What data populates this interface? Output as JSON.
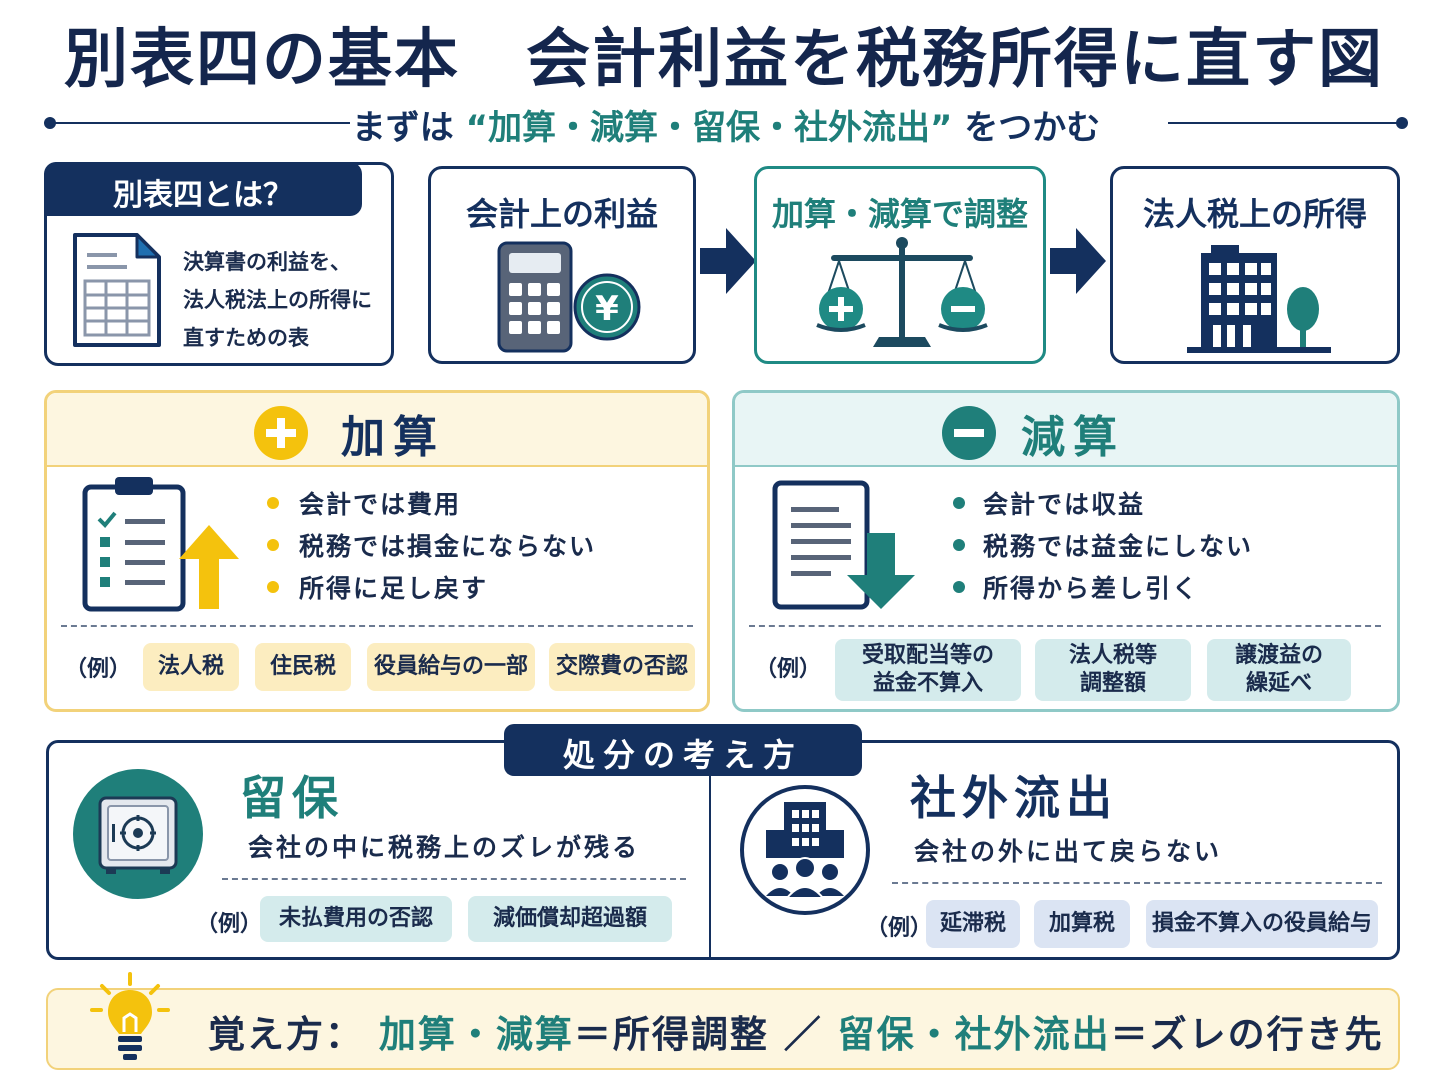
{
  "title": "別表四の基本　会計利益を税務所得に直す図",
  "subtitle": {
    "prefix": "まずは",
    "open_quote": "“",
    "highlight": "加算・減算・留保・社外流出",
    "close_quote": "”",
    "suffix": "をつかむ"
  },
  "what": {
    "title": "別表四とは？",
    "desc_lines": [
      "決算書の利益を、",
      "法人税法上の所得に",
      "直すための表"
    ]
  },
  "flow": [
    {
      "label": "会計上の利益",
      "icon": "calculator-yen-icon"
    },
    {
      "label": "加算・減算で調整",
      "icon": "balance-scale-icon"
    },
    {
      "label": "法人税上の所得",
      "icon": "office-building-icon"
    }
  ],
  "add": {
    "title": "加算",
    "bullets": [
      "会計では費用",
      "税務では損金にならない",
      "所得に足し戻す"
    ],
    "example_label": "（例）",
    "examples": [
      "法人税",
      "住民税",
      "役員給与の一部",
      "交際費の否認"
    ]
  },
  "subtract": {
    "title": "減算",
    "bullets": [
      "会計では収益",
      "税務では益金にしない",
      "所得から差し引く"
    ],
    "example_label": "（例）",
    "examples": [
      [
        "受取配当等の",
        "益金不算入"
      ],
      [
        "法人税等",
        "調整額"
      ],
      [
        "譲渡益の",
        "繰延べ"
      ]
    ]
  },
  "disposal": {
    "tab": "処分の考え方",
    "retained": {
      "title": "留保",
      "desc": "会社の中に税務上のズレが残る",
      "example_label": "（例）",
      "examples": [
        "未払費用の否認",
        "減価償却超過額"
      ]
    },
    "outflow": {
      "title": "社外流出",
      "desc": "会社の外に出て戻らない",
      "example_label": "（例）",
      "examples": [
        "延滞税",
        "加算税",
        "損金不算入の役員給与"
      ]
    }
  },
  "tip": {
    "lead": "覚え方：",
    "part1": "加算・減算",
    "eq1": "＝所得調整",
    "slash": "／",
    "part2": "留保・社外流出",
    "eq2": "＝ズレの行き先"
  },
  "colors": {
    "navy": "#14305e",
    "teal": "#1f7f7a",
    "yellow": "#f4c20d"
  }
}
